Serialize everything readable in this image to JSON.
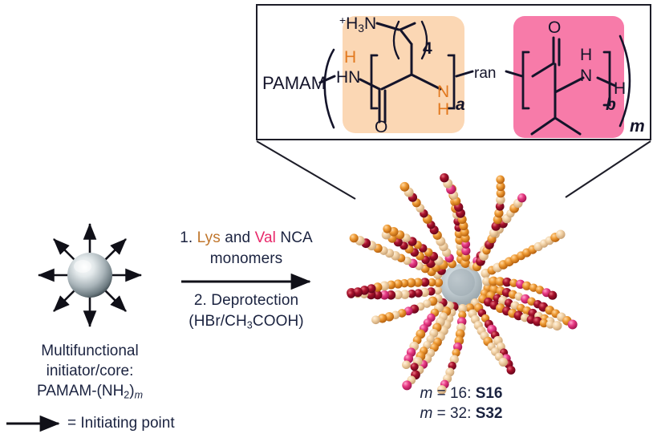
{
  "figure": {
    "kind": "reaction-scheme",
    "background": "#ffffff"
  },
  "colors": {
    "lys_text": "#c0762c",
    "val_text": "#e8286a",
    "lys_block_fill": "#fbd7b4",
    "val_block_fill": "#f77ba9",
    "text": "#1b2340",
    "line": "#1d1d28",
    "bead_orange": "#e8902f",
    "bead_tan": "#f0cfa0",
    "bead_darkred": "#a01028",
    "bead_pink": "#e8347e",
    "core_gray": "#b9c2c6"
  },
  "reactant": {
    "sphere_name": "multifunctional-initiator-sphere",
    "arrow_count": 8,
    "caption_lines": [
      "Multifunctional",
      "initiator/core:",
      "PAMAM-(NH"
    ],
    "caption_line1": "Multifunctional",
    "caption_line2": "initiator/core:",
    "caption_line3_pre": "PAMAM-(NH",
    "caption_line3_sub": "2",
    "caption_line3_post": ")",
    "caption_line3_italic": "m"
  },
  "legend": {
    "equals_text": "= Initiating point",
    "arrow_name": "initiating-point-arrow"
  },
  "conditions": {
    "step1_num": "1.",
    "step1_lys": "Lys",
    "step1_and": "and",
    "step1_val": "Val",
    "step1_tail": "NCA",
    "step1_line2": "monomers",
    "step2_num": "2.",
    "step2_text": "Deprotection",
    "step2_reagent_pre": "(HBr/CH",
    "step2_reagent_sub": "3",
    "step2_reagent_post": "COOH)",
    "arrow_label": "reaction-arrow"
  },
  "product": {
    "name": "star-polypeptide-model",
    "label_line1_pre": "m",
    "label_line1_mid": " = 16: ",
    "label_line1_bold": "S16",
    "label_line2_pre": "m",
    "label_line2_mid": " = 32: ",
    "label_line2_bold": "S32"
  },
  "inset": {
    "title": "copolymer-repeat-unit-structure",
    "pamam_label": "PAMAM",
    "ran_label": "ran",
    "lys_block": {
      "ammonium_sup": "+",
      "ammonium_h": "H",
      "ammonium_sub": "3",
      "ammonium_n": "N",
      "chain_count": "4",
      "amide_h": "H",
      "amide_n": "N",
      "carbonyl_o": "O",
      "nh_n": "N",
      "nh_h": "H",
      "subscript": "a"
    },
    "val_block": {
      "carbonyl_o": "O",
      "amine_h_top": "H",
      "amine_n": "N",
      "terminal_h": "H",
      "subscript": "b"
    },
    "outer_subscript": "m"
  }
}
